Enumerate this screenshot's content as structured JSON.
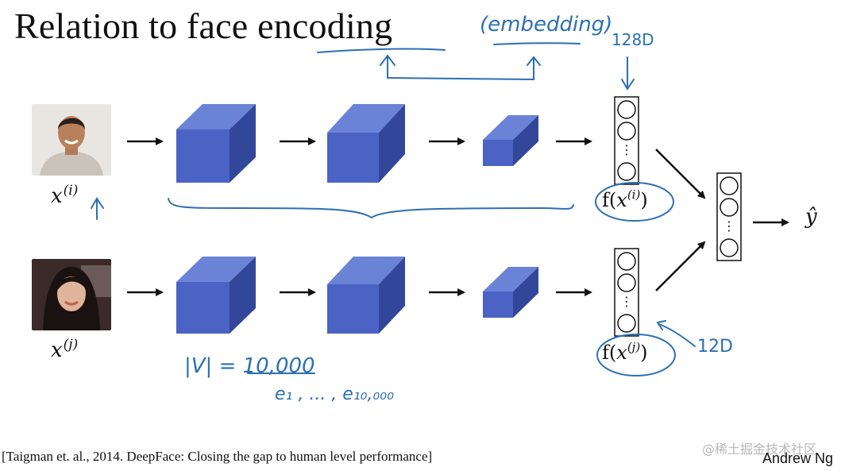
{
  "slide": {
    "title": "Relation to face encoding",
    "inputs": [
      {
        "label_base": "x",
        "label_sup": "(i)",
        "photo_icon": "person-photo-man"
      },
      {
        "label_base": "x",
        "label_sup": "(j)",
        "photo_icon": "person-photo-woman"
      }
    ],
    "encodings": [
      {
        "func": "f",
        "arg_base": "x",
        "arg_sup": "(i)"
      },
      {
        "func": "f",
        "arg_base": "x",
        "arg_sup": "(j)"
      }
    ],
    "output_label": "ŷ",
    "ellipsis": "⋮",
    "citation": "[Taigman et. al., 2014. DeepFace: Closing the gap to human level performance]",
    "author": "Andrew Ng",
    "watermark": "@稀土掘金技术社区"
  },
  "annotations": {
    "embedding": "(embedding)",
    "dim_top": "128D",
    "dim_bottom": "12D",
    "vocab": "|V| = 10,000",
    "basis": "e₁ , ... , e₁₀,₀₀₀"
  },
  "colors": {
    "cube_front": "#4a63c4",
    "cube_top": "#6b83d6",
    "cube_side": "#33479a",
    "ink": "#2c6fb3",
    "text": "#111111"
  }
}
